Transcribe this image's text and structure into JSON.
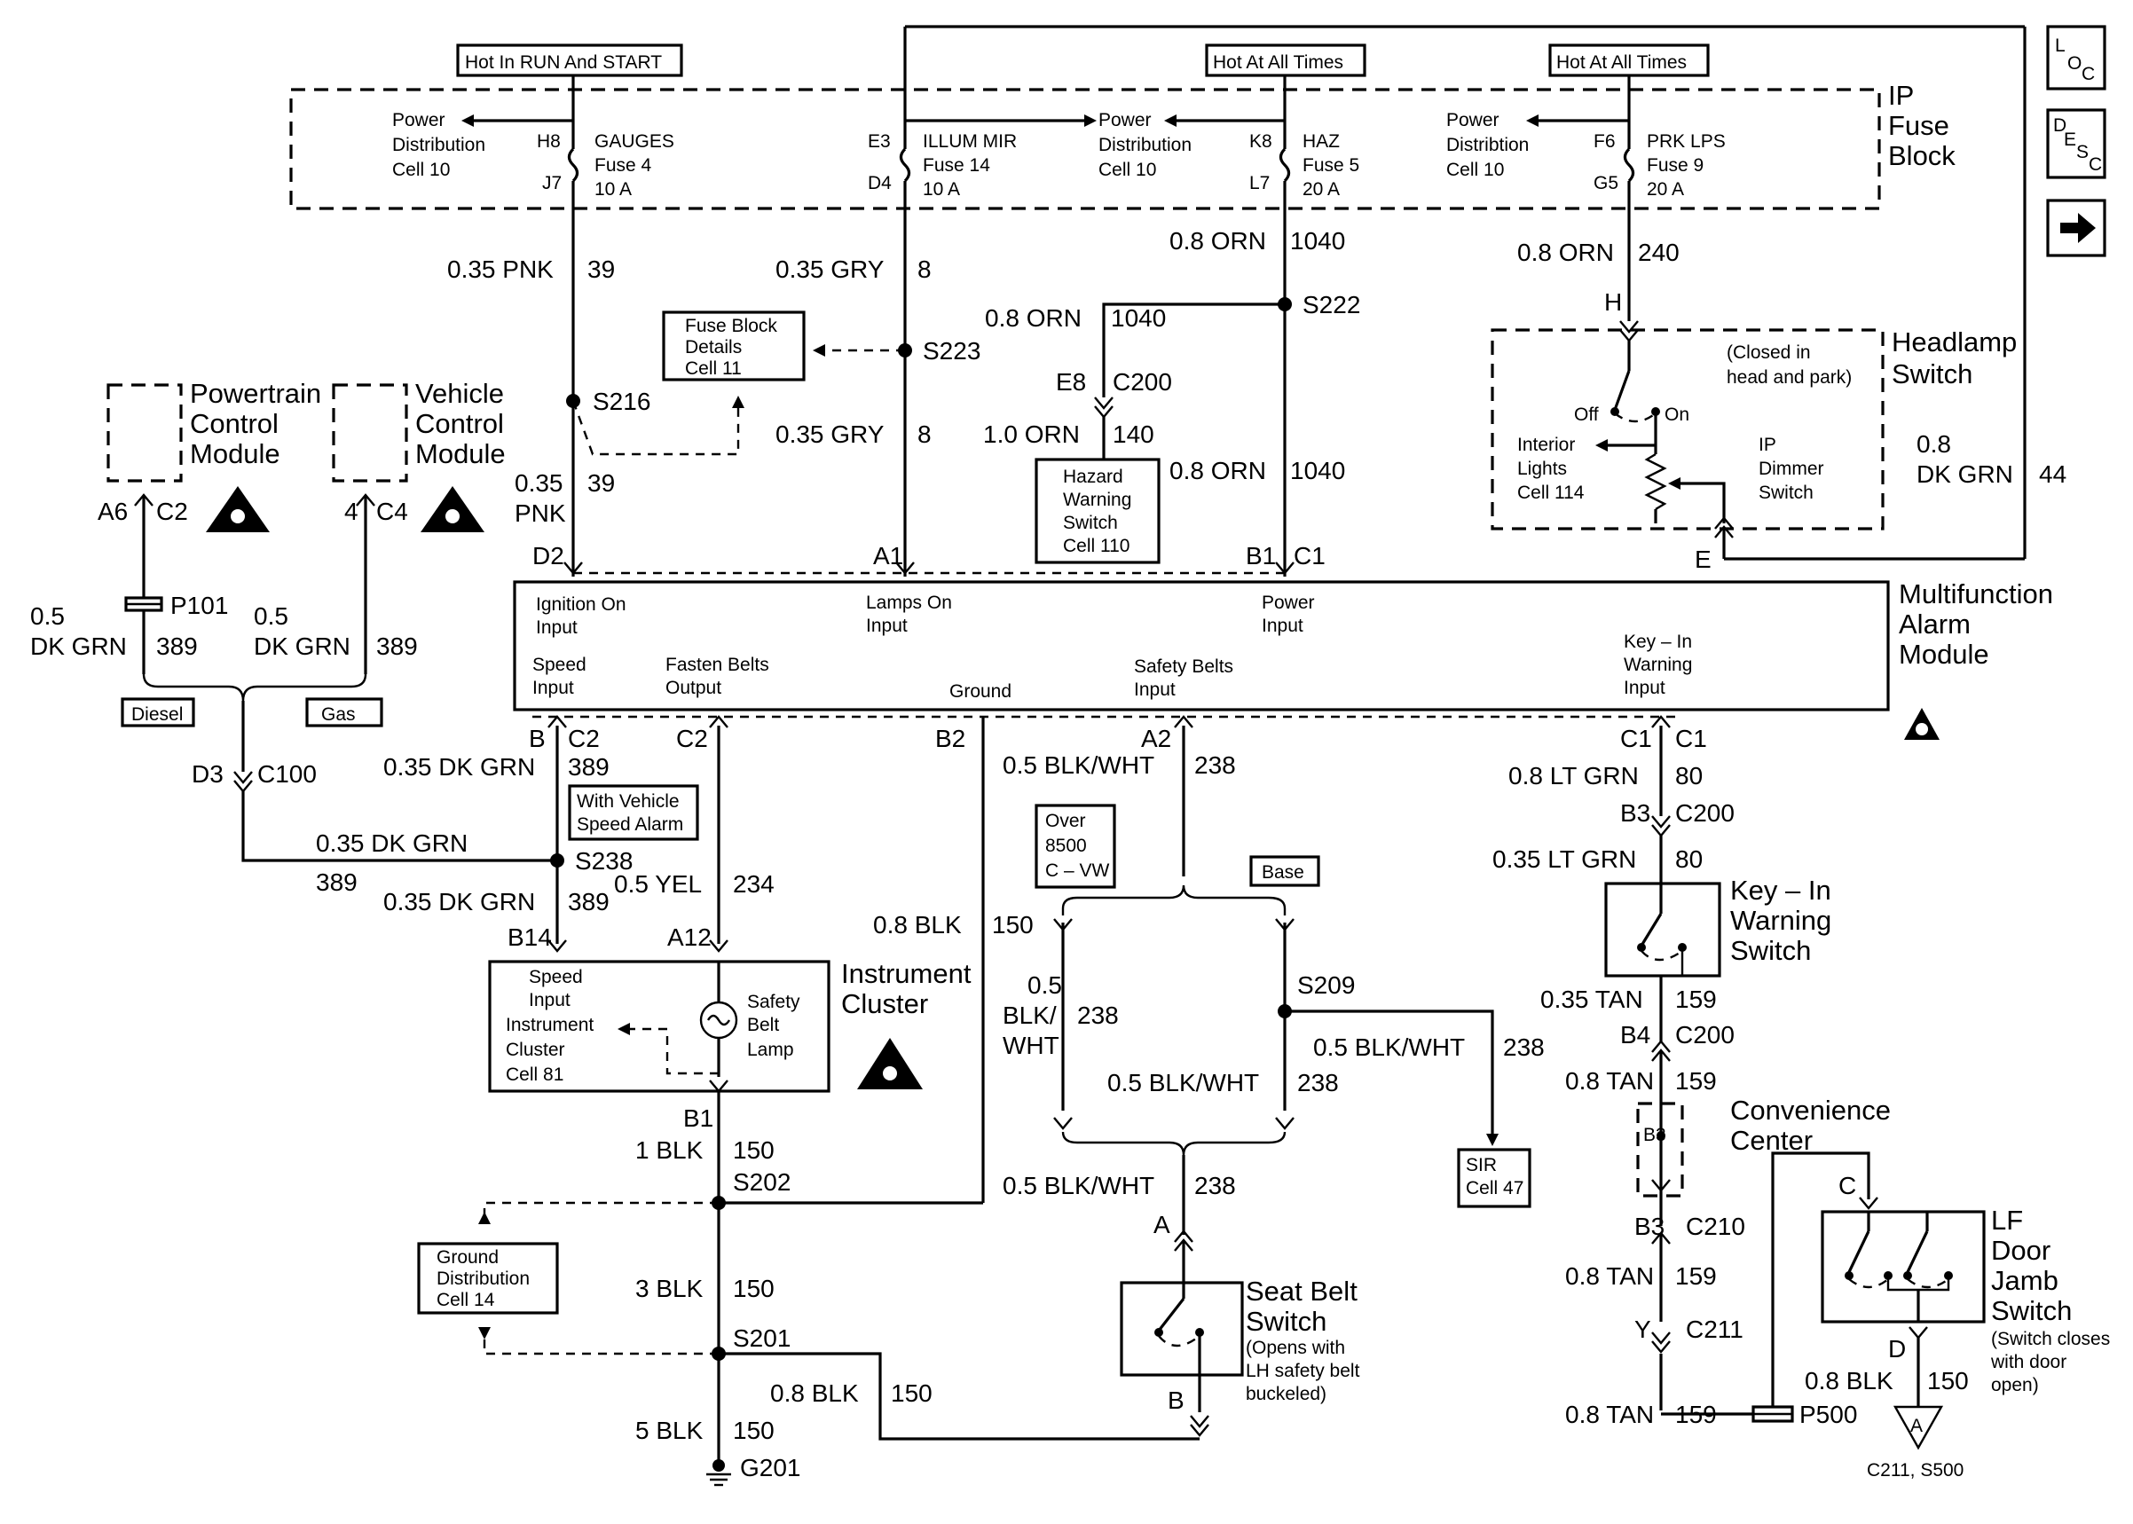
{
  "tags": {
    "hot_run_start": "Hot In RUN And START",
    "hot_all_times_1": "Hot At All Times",
    "hot_all_times_2": "Hot At All Times",
    "diesel": "Diesel",
    "gas": "Gas",
    "base": "Base"
  },
  "nav": {
    "loc_l": "L",
    "loc_o": "O",
    "loc_c": "C",
    "desc_d": "D",
    "desc_e": "E",
    "desc_s": "S",
    "desc_c": "C",
    "next_arrow": "next-arrow-icon"
  },
  "components": {
    "ip_fuse_block": [
      "IP",
      "Fuse",
      "Block"
    ],
    "headlamp_switch": [
      "Headlamp",
      "Switch"
    ],
    "multifunction_alarm_module": [
      "Multifunction",
      "Alarm",
      "Module"
    ],
    "pcm": [
      "Powertrain",
      "Control",
      "Module"
    ],
    "vcm": [
      "Vehicle",
      "Control",
      "Module"
    ],
    "instrument_cluster": [
      "Instrument",
      "Cluster"
    ],
    "key_in_switch": [
      "Key – In",
      "Warning",
      "Switch"
    ],
    "convenience_center": [
      "Convenience",
      "Center"
    ],
    "lf_door_jamb": [
      "LF",
      "Door",
      "Jamb",
      "Switch"
    ],
    "lf_door_note": [
      "(Switch closes",
      "with door",
      "open)"
    ],
    "seat_belt_switch": [
      "Seat Belt",
      "Switch"
    ],
    "seat_belt_note": [
      "(Opens with",
      "LH safety belt",
      "buckeled)"
    ]
  },
  "fuses": {
    "gauges": [
      "GAUGES",
      "Fuse 4",
      "10 A"
    ],
    "illum": [
      "ILLUM MIR",
      "Fuse 14",
      "10 A"
    ],
    "haz": [
      "HAZ",
      "Fuse 5",
      "20 A"
    ],
    "prk": [
      "PRK LPS",
      "Fuse 9",
      "20 A"
    ],
    "pd1": [
      "Power",
      "Distribution",
      "Cell 10"
    ],
    "pd2": [
      "Power",
      "Distribution",
      "Cell 10"
    ],
    "pd3": [
      "Power",
      "Distribtion",
      "Cell 10"
    ]
  },
  "refs": {
    "fuse_details": [
      "Fuse Block",
      "Details",
      "Cell 11"
    ],
    "hazard": [
      "Hazard",
      "Warning",
      "Switch",
      "Cell 110"
    ],
    "vsa": [
      "With Vehicle",
      "Speed Alarm"
    ],
    "over8500": [
      "Over",
      "8500",
      "C – VW"
    ],
    "ground_dist": [
      "Ground",
      "Distribution",
      "Cell 14"
    ],
    "sir": [
      "SIR",
      "Cell 47"
    ],
    "cluster_inner": [
      "Speed",
      "Input",
      "Instrument",
      "Cluster",
      "Cell 81"
    ],
    "safety_lamp": [
      "Safety",
      "Belt",
      "Lamp"
    ],
    "headlamp_note": [
      "(Closed in",
      "head and park)"
    ],
    "interior": [
      "Interior",
      "Lights",
      "Cell 114"
    ],
    "dimmer": [
      "IP",
      "Dimmer",
      "Switch"
    ],
    "off": "Off",
    "on": "On",
    "ground_ref": "C211, S500",
    "triangle_a": "A"
  },
  "mam_inputs": {
    "ign": [
      "Ignition On",
      "Input"
    ],
    "lamps": [
      "Lamps On",
      "Input"
    ],
    "power": [
      "Power",
      "Input"
    ],
    "keyin": [
      "Key – In",
      "Warning",
      "Input"
    ],
    "speed": [
      "Speed",
      "Input"
    ],
    "fasten": [
      "Fasten Belts",
      "Output"
    ],
    "ground": "Ground",
    "safety": [
      "Safety Belts",
      "Input"
    ]
  },
  "pins": {
    "H8": "H8",
    "J7": "J7",
    "E3": "E3",
    "D4": "D4",
    "K8": "K8",
    "L7": "L7",
    "F6": "F6",
    "G5": "G5",
    "D2": "D2",
    "A1": "A1",
    "B1top": "B1",
    "C1top": "C1",
    "H": "H",
    "E": "E",
    "A6": "A6",
    "C2a": "C2",
    "p4": "4",
    "C4": "C4",
    "D3": "D3",
    "C100": "C100",
    "B": "B",
    "C2b": "C2",
    "C2c": "C2",
    "B2": "B2",
    "A2": "A2",
    "C1a": "C1",
    "C1b": "C1",
    "B3a": "B3",
    "C200a": "C200",
    "B4": "B4",
    "C200b": "C200",
    "B3b": "B3",
    "B3c": "B3",
    "C210": "C210",
    "Y": "Y",
    "C211": "C211",
    "E8": "E8",
    "C200c": "C200",
    "B14": "B14",
    "A12": "A12",
    "B1b": "B1",
    "A": "A",
    "Bsb": "B",
    "C": "C",
    "D": "D"
  },
  "splices": {
    "S216": "S216",
    "S223": "S223",
    "S222": "S222",
    "S238": "S238",
    "S209": "S209",
    "S202": "S202",
    "S201": "S201",
    "G201": "G201",
    "P101": "P101",
    "P500": "P500"
  },
  "wires": {
    "pnk_a": "0.35 PNK",
    "pnk_n": "39",
    "pnk_b1": "0.35",
    "pnk_b2": "PNK",
    "pnk_n2": "39",
    "gry_a": "0.35 GRY",
    "gry_n": "8",
    "gry_b": "0.35 GRY",
    "gry_n2": "8",
    "orn_a": "0.8 ORN",
    "orn_n": "1040",
    "orn_b": "0.8 ORN",
    "orn_n2": "1040",
    "orn1": "1.0 ORN",
    "orn1_n": "140",
    "orn_c": "0.8 ORN",
    "orn_n3": "1040",
    "orn_prk": "0.8 ORN",
    "orn_prk_n": "240",
    "dkgrn44a": "0.8",
    "dkgrn44b": "DK GRN",
    "dkgrn44n": "44",
    "pcm_a": "0.5",
    "pcm_b": "DK GRN",
    "pcm_n": "389",
    "vcm_a": "0.5",
    "vcm_b": "DK GRN",
    "vcm_n": "389",
    "dg1": "0.35 DK GRN",
    "dg1n": "389",
    "dg2": "0.35 DK GRN",
    "dg2n": "389",
    "dg3": "0.35 DK GRN",
    "dg3n": "389",
    "yel": "0.5 YEL",
    "yeln": "234",
    "blk08": "0.8 BLK",
    "blk08n": "150",
    "bw1": "0.5 BLK/WHT",
    "bw1n": "238",
    "bw2a": "0.5",
    "bw2b": "BLK/",
    "bw2c": "WHT",
    "bw2n": "238",
    "bw3": "0.5 BLK/WHT",
    "bw3n": "238",
    "bw4": "0.5 BLK/WHT",
    "bw4n": "238",
    "bw5": "0.5 BLK/WHT",
    "bw5n": "238",
    "blk1": "1 BLK",
    "blk1n": "150",
    "blk3": "3 BLK",
    "blk3n": "150",
    "blk08b": "0.8 BLK",
    "blk08bn": "150",
    "blk5": "5 BLK",
    "blk5n": "150",
    "ltg1": "0.8 LT GRN",
    "ltg1n": "80",
    "ltg2": "0.35 LT GRN",
    "ltg2n": "80",
    "tan1": "0.35 TAN",
    "tan1n": "159",
    "tan2": "0.8 TAN",
    "tan2n": "159",
    "tan3": "0.8 TAN",
    "tan3n": "159",
    "tan4": "0.8 TAN",
    "tan4n": "159",
    "blkd": "0.8 BLK",
    "blkdn": "150"
  }
}
